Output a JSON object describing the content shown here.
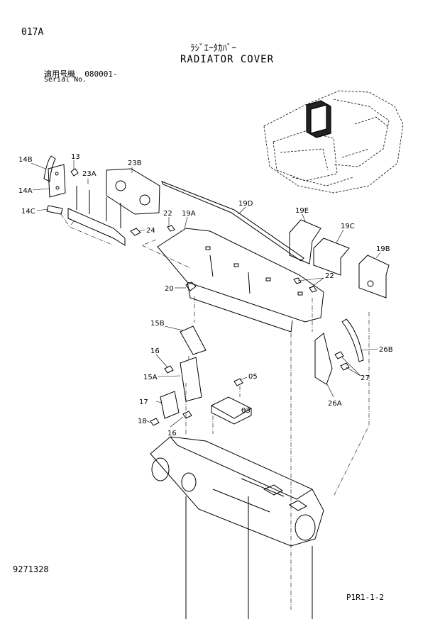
{
  "header": {
    "sheet_code": "017A",
    "title_jp": "ﾗｼﾞｴｰﾀｶﾊﾞｰ",
    "title_en": "RADIATOR COVER",
    "serial_label_jp": "適用号機",
    "serial_from": "080001-",
    "serial_label_en": "Serial No."
  },
  "footer": {
    "drawing_number": "9271328",
    "page_ref": "P1R1-1-2"
  },
  "callouts": {
    "c14B": "14B",
    "c13": "13",
    "c23B": "23B",
    "c23A": "23A",
    "c14A": "14A",
    "c14C": "14C",
    "c22a": "22",
    "c19A": "19A",
    "c19D": "19D",
    "c19E": "19E",
    "c19C": "19C",
    "c19B": "19B",
    "c24": "24",
    "c22b": "22",
    "c20": "20",
    "c15B": "15B",
    "c16a": "16",
    "c15A": "15A",
    "c05": "05",
    "c17": "17",
    "c03": "03",
    "c18": "18",
    "c16b": "16",
    "c26B": "26B",
    "c27": "27",
    "c26A": "26A"
  }
}
